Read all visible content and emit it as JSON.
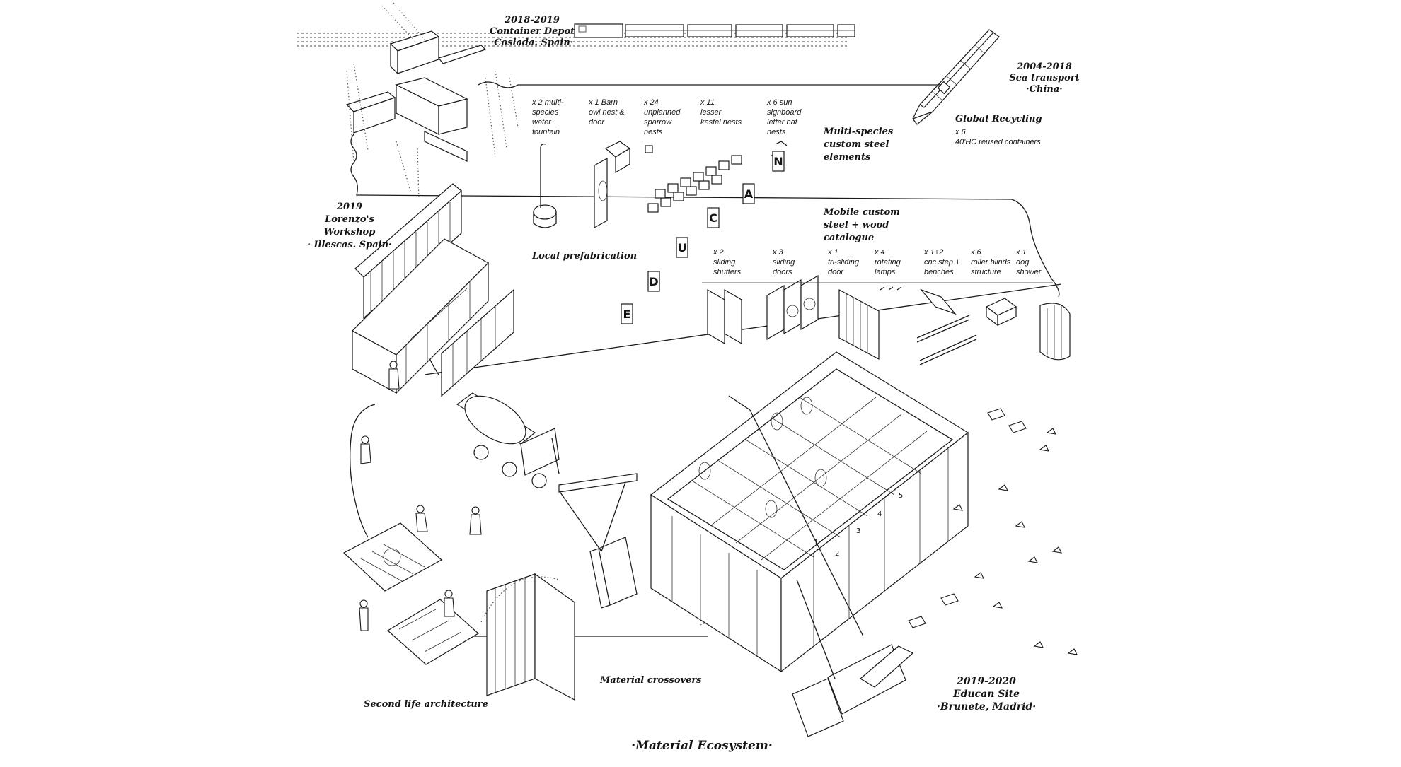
{
  "title": "·Material Ecosystem·",
  "stages": {
    "depot": {
      "years": "2018-2019",
      "name": "Container Depot",
      "place": "·Coslada. Spain·"
    },
    "sea": {
      "years": "2004-2018",
      "name": "Sea transport",
      "place": "·China·"
    },
    "recycling": {
      "heading": "Global Recycling",
      "qty": "x 6",
      "item": "40'HC reused containers"
    },
    "workshop": {
      "year": "2019",
      "name_l1": "Lorenzo's",
      "name_l2": "Workshop",
      "place": "· Illescas. Spain·"
    },
    "prefab": "Local prefabrication",
    "site": {
      "years": "2019-2020",
      "name": "Educan Site",
      "place": "·Brunete, Madrid·"
    },
    "crossovers": "Material crossovers",
    "second_life": "Second life architecture"
  },
  "steel_heading": [
    "Multi-species",
    "custom steel",
    "elements"
  ],
  "steel_elements": [
    {
      "lines": [
        "x 2 multi-",
        "species",
        "water",
        "fountain"
      ]
    },
    {
      "lines": [
        "x 1 Barn",
        "owl nest &",
        "door"
      ]
    },
    {
      "lines": [
        "x 24",
        "unplanned",
        "sparrow",
        "nests"
      ]
    },
    {
      "lines": [
        "x 11",
        "lesser",
        "kestel nests"
      ]
    },
    {
      "lines": [
        "x 6  sun",
        "signboard",
        "letter bat",
        "nests"
      ]
    }
  ],
  "catalogue_heading": [
    "Mobile custom",
    "steel + wood",
    "catalogue"
  ],
  "catalogue_items": [
    {
      "lines": [
        "x 2",
        "sliding",
        "shutters"
      ]
    },
    {
      "lines": [
        "x 3",
        "sliding",
        "doors"
      ]
    },
    {
      "lines": [
        "x 1",
        "tri-sliding",
        "door"
      ]
    },
    {
      "lines": [
        "x 4",
        "rotating",
        "lamps"
      ]
    },
    {
      "lines": [
        "x 1+2",
        "cnc step +",
        "benches"
      ]
    },
    {
      "lines": [
        "x 6",
        "roller blinds",
        "structure"
      ]
    },
    {
      "lines": [
        "x 1",
        "dog",
        "shower"
      ]
    }
  ],
  "signboard_letters": [
    "N",
    "A",
    "C",
    "U",
    "D",
    "E"
  ],
  "room_numbers": [
    "1",
    "2",
    "3",
    "4",
    "5"
  ]
}
